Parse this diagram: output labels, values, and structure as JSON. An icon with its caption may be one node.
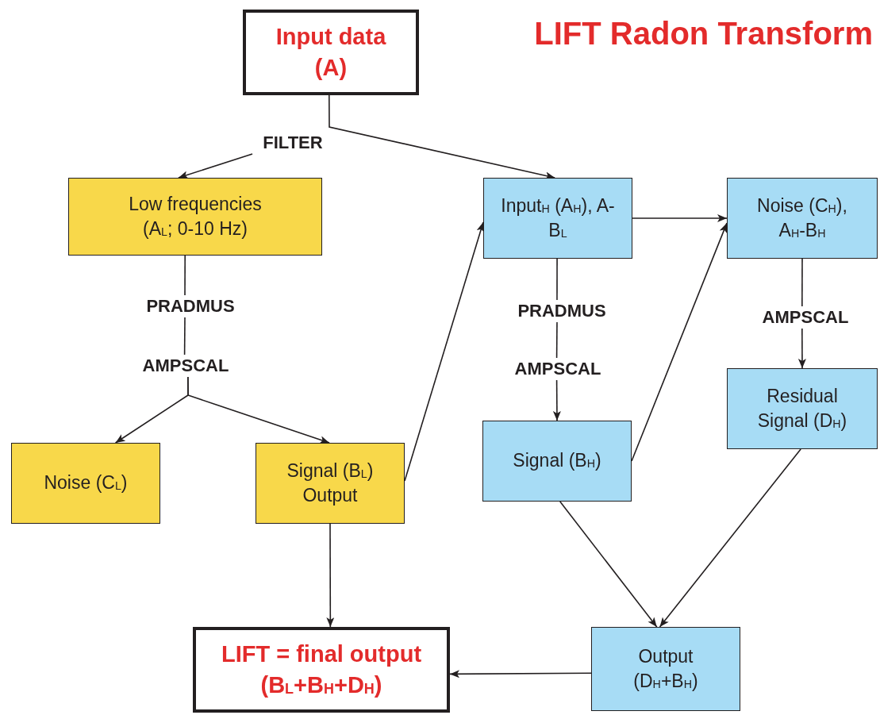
{
  "diagram": {
    "title": "LIFT Radon Transform",
    "nodes": [
      {
        "text": [
          "Input data (A)"
        ]
      },
      {
        "text": [
          "FILTER"
        ]
      },
      {
        "text": [
          "Low frequencies (A$_{L}$; 0-10 Hz)"
        ]
      },
      {
        "text": [
          "Input$_{H}$ (A$_{H}$), A-B$_{L}$"
        ]
      },
      {
        "text": [
          "Noise (C$_{H}$), A$_{H}$-B$_{H}$"
        ]
      },
      {
        "text": [
          "PRADMUS"
        ]
      },
      {
        "text": [
          "PRADMUS"
        ]
      },
      {
        "text": [
          "AMPSCAL"
        ]
      },
      {
        "text": [
          "AMPSCAL"
        ]
      },
      {
        "text": [
          "AMPSCAL"
        ]
      },
      {
        "text": [
          "Residual Signal (D$_{H}$)"
        ]
      },
      {
        "text": [
          "Signal (B$_{H}$)"
        ]
      },
      {
        "text": [
          "Noise (C$_{L}$)"
        ]
      },
      {
        "text": [
          "Signal (B$_{L}$) Output"
        ]
      },
      {
        "text": [
          "LIFT = final output (B$_{L}$+B$_{H}$+D$_{H}$)"
        ]
      },
      {
        "text": [
          "Output (D$_{H}$+B$_{H}$)"
        ]
      }
    ],
    "edges": [
      {
        "from": 0,
        "to": 3,
        "arrow": "to"
      },
      {
        "from": 1,
        "to": 2,
        "arrow": "to"
      },
      {
        "from": 2,
        "to": 5,
        "arrow": "none"
      },
      {
        "from": 5,
        "to": 8,
        "arrow": "none"
      },
      {
        "from": 8,
        "to": 12,
        "arrow": "to"
      },
      {
        "from": 8,
        "to": 13,
        "arrow": "to"
      },
      {
        "from": 13,
        "to": 3,
        "arrow": "to"
      },
      {
        "from": 3,
        "to": 4,
        "arrow": "to"
      },
      {
        "from": 3,
        "to": 6,
        "arrow": "none"
      },
      {
        "from": 6,
        "to": 9,
        "arrow": "none"
      },
      {
        "from": 9,
        "to": 11,
        "arrow": "to"
      },
      {
        "from": 11,
        "to": 4,
        "arrow": "to"
      },
      {
        "from": 4,
        "to": 7,
        "arrow": "none"
      },
      {
        "from": 7,
        "to": 10,
        "arrow": "to"
      },
      {
        "from": 11,
        "to": 15,
        "arrow": "to"
      },
      {
        "from": 10,
        "to": 15,
        "arrow": "to"
      },
      {
        "from": 13,
        "to": 14,
        "arrow": "to"
      },
      {
        "from": 15,
        "to": 14,
        "arrow": "to"
      }
    ]
  }
}
